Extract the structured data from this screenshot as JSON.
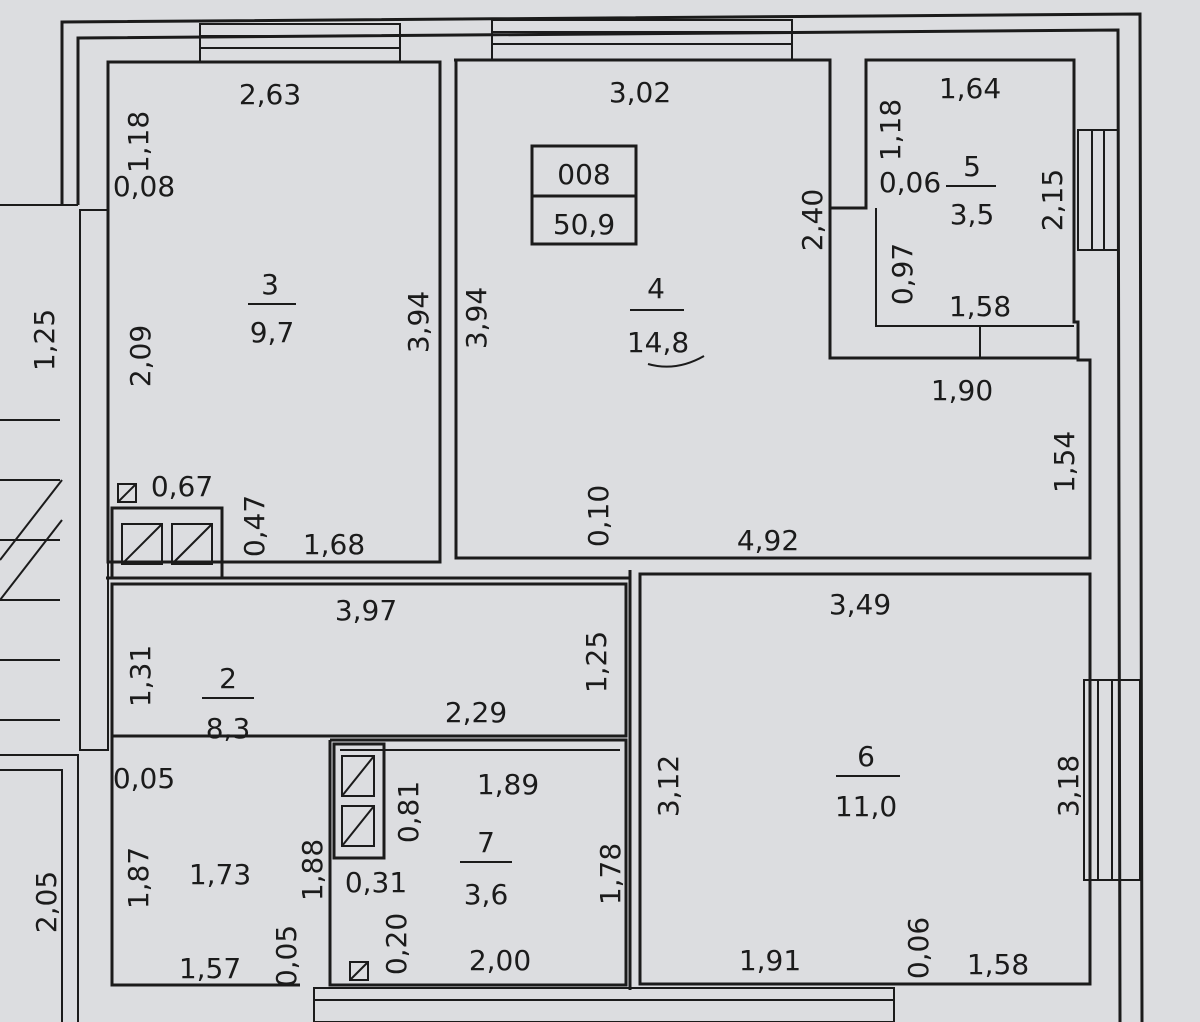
{
  "plan_code": "008",
  "plan_total": "50,9",
  "rooms": [
    {
      "number": "3",
      "area": "9,7"
    },
    {
      "number": "4",
      "area": "14,8"
    },
    {
      "number": "5",
      "area": "3,5"
    },
    {
      "number": "2",
      "area": "8,3"
    },
    {
      "number": "7",
      "area": "3,6"
    },
    {
      "number": "6",
      "area": "11,0"
    }
  ],
  "dims": {
    "r3_top": "2,63",
    "r3_left_a": "1,18",
    "r3_left_b": "0,08",
    "r3_left_c": "2,09",
    "r3_right": "3,94",
    "r3_bot": "1,68",
    "r3_shaft_w": "0,67",
    "r3_shaft_h": "0,47",
    "r4_top": "3,02",
    "r4_left": "3,94",
    "r4_notch": "2,40",
    "r4_step": "1,90",
    "r4_right": "1,54",
    "r4_bot": "4,92",
    "r4_wall": "0,10",
    "r5_top": "1,64",
    "r5_left_a": "1,18",
    "r5_left_b": "0,06",
    "r5_left_c": "0,97",
    "r5_right": "2,15",
    "r5_bot": "1,58",
    "ext_left": "1,25",
    "ext_left_low": "2,05",
    "r2_top": "3,97",
    "r2_left": "1,31",
    "r2_right": "1,25",
    "r2_mid": "2,29",
    "r2_b": "0,05",
    "r2_c": "1,87",
    "r2_d": "1,73",
    "r2_e": "1,88",
    "r2_f": "1,57",
    "r2_g": "0,05",
    "r7_top": "1,89",
    "r7_shaft": "0,81",
    "r7_left": "0,31",
    "r7_low": "0,20",
    "r7_right": "1,78",
    "r7_bot": "2,00",
    "r6_top": "3,49",
    "r6_left": "3,12",
    "r6_right": "3,18",
    "r6_bot_a": "1,91",
    "r6_bot_b": "0,06",
    "r6_bot_c": "1,58"
  }
}
